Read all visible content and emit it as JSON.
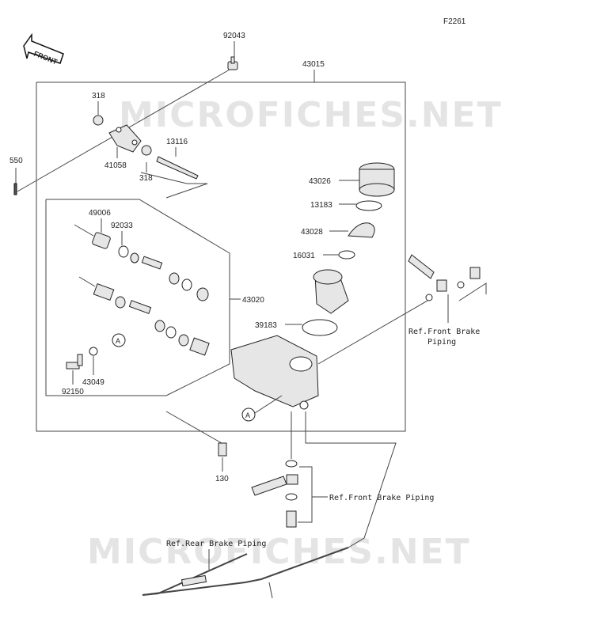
{
  "figure_code": "F2261",
  "front_arrow_text": "FRONT",
  "watermark": "MICROFICHES.NET",
  "parts": {
    "p92043": "92043",
    "p43015": "43015",
    "p318a": "318",
    "p318b": "318",
    "p550": "550",
    "p41058": "41058",
    "p13116": "13116",
    "p43026": "43026",
    "p13183": "13183",
    "p43028": "43028",
    "p16031": "16031",
    "p49006": "49006",
    "p92033": "92033",
    "p43020": "43020",
    "p39183": "39183",
    "p92150": "92150",
    "p43049": "43049",
    "p130": "130"
  },
  "callouts": {
    "a1": "A",
    "a2": "A"
  },
  "refs": {
    "front_brake_1_line1": "Ref.Front Brake",
    "front_brake_1_line2": "Piping",
    "front_brake_2": "Ref.Front Brake Piping",
    "rear_brake": "Ref.Rear Brake Piping"
  }
}
